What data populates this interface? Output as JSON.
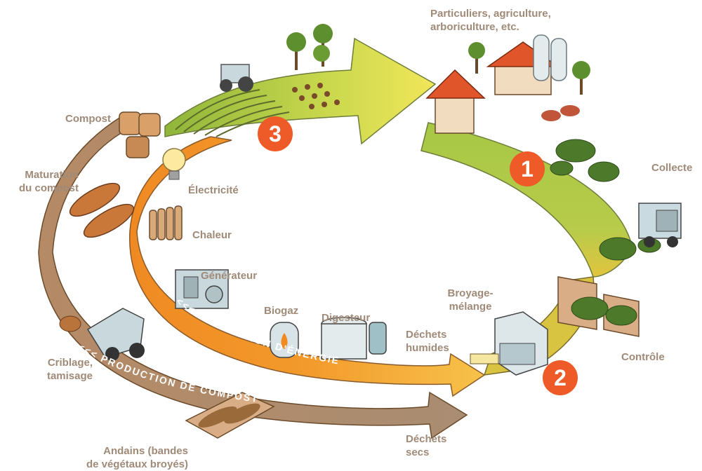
{
  "steps": {
    "one": "1",
    "two": "2",
    "three": "3"
  },
  "labels": {
    "users": [
      "Particuliers, agriculture,",
      "arboriculture, etc."
    ],
    "collecte": "Collecte",
    "controle": "Contrôle",
    "broyage": [
      "Broyage-",
      "mélange"
    ],
    "dechets_humides": [
      "Déchets",
      "humides"
    ],
    "dechets_secs": [
      "Déchets",
      "secs"
    ],
    "digesteur": "Digesteur",
    "biogaz": "Biogaz",
    "generateur": "Générateur",
    "chaleur": "Chaleur",
    "electricite": "Électricité",
    "compost": "Compost",
    "maturation": [
      "Maturation",
      "du compost"
    ],
    "criblage": [
      "Criblage,",
      "tamisage"
    ],
    "andains": [
      "Andains (bandes",
      "de végétaux broyés)"
    ]
  },
  "arrows": {
    "energie": "<<<  PRODUCTION D'ÉNERGIE",
    "compost": "<<<  PRODUCTION DE COMPOST"
  },
  "colors": {
    "green_band": "#a9c948",
    "brown_band": "#b28a6a",
    "orange_band": "#f29a2e",
    "badge": "#ee5a28",
    "label_text": "#a08a78"
  }
}
